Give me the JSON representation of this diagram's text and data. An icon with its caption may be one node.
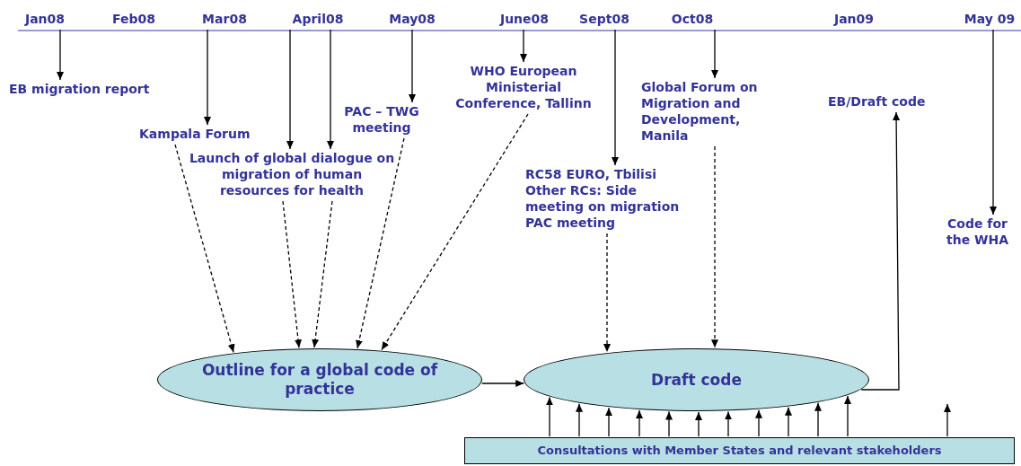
{
  "diagram": {
    "nodes": [
      {
        "text": [
          "Jan08"
        ]
      },
      {
        "text": [
          "Feb08"
        ]
      },
      {
        "text": [
          "Mar08"
        ]
      },
      {
        "text": [
          "April08"
        ]
      },
      {
        "text": [
          "May08"
        ]
      },
      {
        "text": [
          "June08"
        ]
      },
      {
        "text": [
          "Sept08"
        ]
      },
      {
        "text": [
          "Oct08"
        ]
      },
      {
        "text": [
          "Jan09"
        ]
      },
      {
        "text": [
          "May 09"
        ]
      },
      {
        "text": [
          "EB migration report"
        ]
      },
      {
        "text": [
          "Kampala Forum"
        ]
      },
      {
        "text": [
          "Launch of global dialogue on migration of human resources for health"
        ]
      },
      {
        "text": [
          "PAC – TWG meeting"
        ]
      },
      {
        "text": [
          "WHO European Ministerial Conference, Tallinn"
        ]
      },
      {
        "text": [
          "RC58 EURO, Tbilisi",
          "Other RCs: Side meeting on migration",
          "PAC meeting"
        ]
      },
      {
        "text": [
          "Global Forum on Migration and Development, Manila"
        ]
      },
      {
        "text": [
          "EB/Draft code"
        ]
      },
      {
        "text": [
          "Code for the WHA"
        ]
      },
      {
        "text": [
          "Outline for a global code of practice"
        ]
      },
      {
        "text": [
          "Draft code"
        ]
      },
      {
        "text": [
          "Consultations with Member States and relevant stakeholders"
        ]
      }
    ],
    "edges": [
      {
        "from": 0,
        "to": 10,
        "arrow": "to"
      },
      {
        "from": 2,
        "to": 11,
        "arrow": "to"
      },
      {
        "from": 3,
        "to": 12,
        "arrow": "to"
      },
      {
        "from": 3,
        "to": 12,
        "arrow": "to"
      },
      {
        "from": 4,
        "to": 13,
        "arrow": "to"
      },
      {
        "from": 5,
        "to": 14,
        "arrow": "to"
      },
      {
        "from": 6,
        "to": 15,
        "arrow": "to"
      },
      {
        "from": 7,
        "to": 16,
        "arrow": "to"
      },
      {
        "from": 9,
        "to": 18,
        "arrow": "to"
      },
      {
        "from": 11,
        "to": 19,
        "arrow": "to",
        "style": "dashed"
      },
      {
        "from": 12,
        "to": 19,
        "arrow": "to",
        "style": "dashed"
      },
      {
        "from": 12,
        "to": 19,
        "arrow": "to",
        "style": "dashed"
      },
      {
        "from": 13,
        "to": 19,
        "arrow": "to",
        "style": "dashed"
      },
      {
        "from": 14,
        "to": 19,
        "arrow": "to",
        "style": "dashed"
      },
      {
        "from": 15,
        "to": 20,
        "arrow": "to",
        "style": "dashed"
      },
      {
        "from": 16,
        "to": 20,
        "arrow": "to",
        "style": "dashed"
      },
      {
        "from": 19,
        "to": 20,
        "arrow": "to"
      },
      {
        "from": 20,
        "to": 17,
        "arrow": "to"
      },
      {
        "from": 21,
        "to": 20,
        "arrow": "to"
      },
      {
        "from": 21,
        "to": 20,
        "arrow": "to"
      },
      {
        "from": 21,
        "to": 20,
        "arrow": "to"
      },
      {
        "from": 21,
        "to": 20,
        "arrow": "to"
      },
      {
        "from": 21,
        "to": 20,
        "arrow": "to"
      },
      {
        "from": 21,
        "to": 20,
        "arrow": "to"
      },
      {
        "from": 21,
        "to": 20,
        "arrow": "to"
      },
      {
        "from": 21,
        "to": 20,
        "arrow": "to"
      },
      {
        "from": 21,
        "to": 20,
        "arrow": "to"
      },
      {
        "from": 21,
        "to": 20,
        "arrow": "to"
      },
      {
        "from": 21,
        "to": 20,
        "arrow": "to"
      },
      {
        "from": 21,
        "to": null,
        "arrow": "to"
      }
    ]
  }
}
